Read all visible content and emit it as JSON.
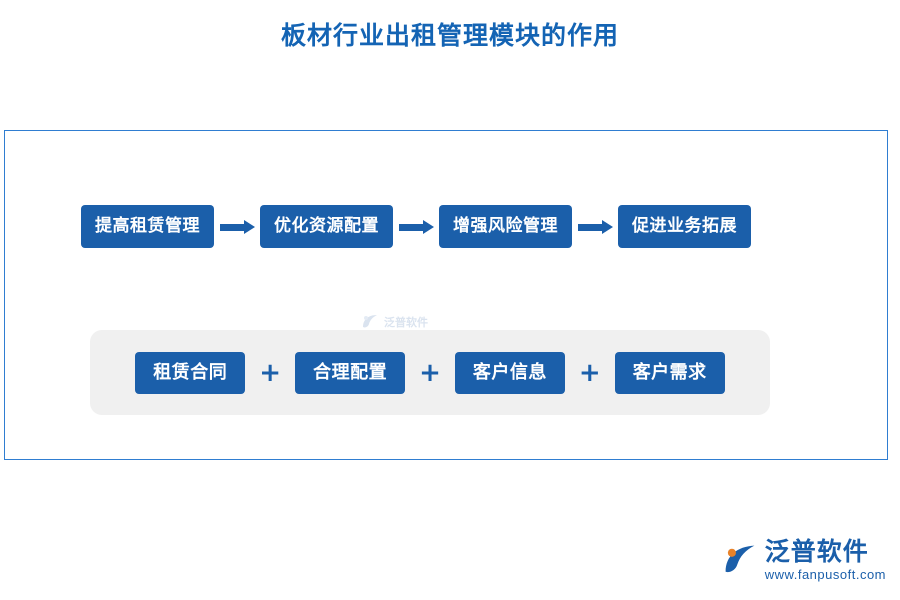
{
  "page": {
    "title": "板材行业出租管理模块的作用"
  },
  "flow": {
    "arrow_icon": "arrow-right-icon",
    "steps": [
      {
        "label": "提高租赁管理"
      },
      {
        "label": "优化资源配置"
      },
      {
        "label": "增强风险管理"
      },
      {
        "label": "促进业务拓展"
      }
    ]
  },
  "band": {
    "separator": "+",
    "tags": [
      {
        "label": "租赁合同"
      },
      {
        "label": "合理配置"
      },
      {
        "label": "客户信息"
      },
      {
        "label": "客户需求"
      }
    ]
  },
  "watermark": {
    "mark_icon": "fanpu-logo-icon",
    "text": "泛普软件"
  },
  "logo": {
    "mark_icon": "fanpu-logo-icon",
    "name": "泛普软件",
    "url": "www.fanpusoft.com"
  },
  "colors": {
    "title": "#1464b4",
    "box": "#1b5faa",
    "panel_border": "#2f7dd1",
    "band": "#f0f0f0",
    "logo_orange": "#e8822a"
  }
}
